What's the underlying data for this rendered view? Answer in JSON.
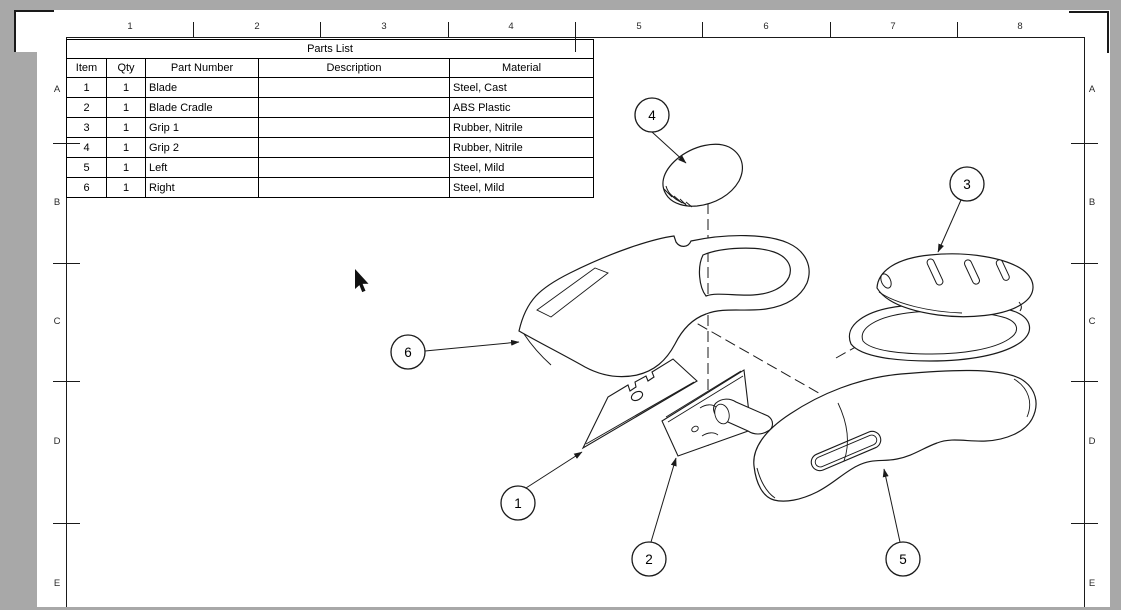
{
  "app": {
    "background_color": "#a8a8a8",
    "paper_color": "#ffffff",
    "line_color": "#1a1a1a"
  },
  "ruler": {
    "columns": [
      "1",
      "2",
      "3",
      "4",
      "5",
      "6",
      "7",
      "8"
    ],
    "rows": [
      "A",
      "B",
      "C",
      "D",
      "E"
    ]
  },
  "parts_list": {
    "title": "Parts List",
    "columns": [
      "Item",
      "Qty",
      "Part Number",
      "Description",
      "Material"
    ],
    "rows": [
      {
        "item": "1",
        "qty": "1",
        "part_number": "Blade",
        "description": "",
        "material": "Steel, Cast"
      },
      {
        "item": "2",
        "qty": "1",
        "part_number": "Blade Cradle",
        "description": "",
        "material": "ABS Plastic"
      },
      {
        "item": "3",
        "qty": "1",
        "part_number": "Grip 1",
        "description": "",
        "material": "Rubber, Nitrile"
      },
      {
        "item": "4",
        "qty": "1",
        "part_number": "Grip 2",
        "description": "",
        "material": "Rubber, Nitrile"
      },
      {
        "item": "5",
        "qty": "1",
        "part_number": "Left",
        "description": "",
        "material": "Steel, Mild"
      },
      {
        "item": "6",
        "qty": "1",
        "part_number": "Right",
        "description": "",
        "material": "Steel, Mild"
      }
    ]
  },
  "balloons": [
    {
      "label": "1"
    },
    {
      "label": "2"
    },
    {
      "label": "3"
    },
    {
      "label": "4"
    },
    {
      "label": "5"
    },
    {
      "label": "6"
    }
  ]
}
